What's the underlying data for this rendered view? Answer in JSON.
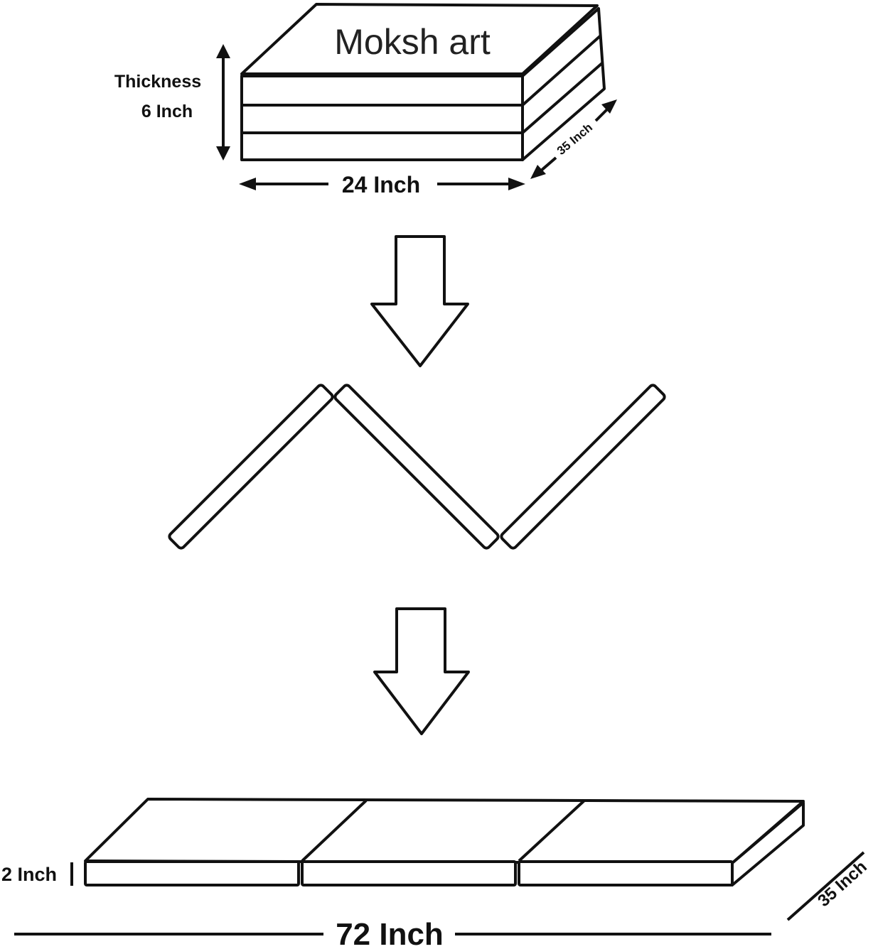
{
  "brand": "Moksh art",
  "folded": {
    "thickness_label": "Thickness",
    "thickness_value": "6 Inch",
    "width_label": "24 Inch",
    "depth_label": "35 Inch"
  },
  "unfolded": {
    "thickness_label": "2 Inch",
    "length_label": "72 Inch",
    "depth_label": "35 Inch"
  },
  "colors": {
    "stroke": "#111111",
    "background": "#ffffff"
  }
}
